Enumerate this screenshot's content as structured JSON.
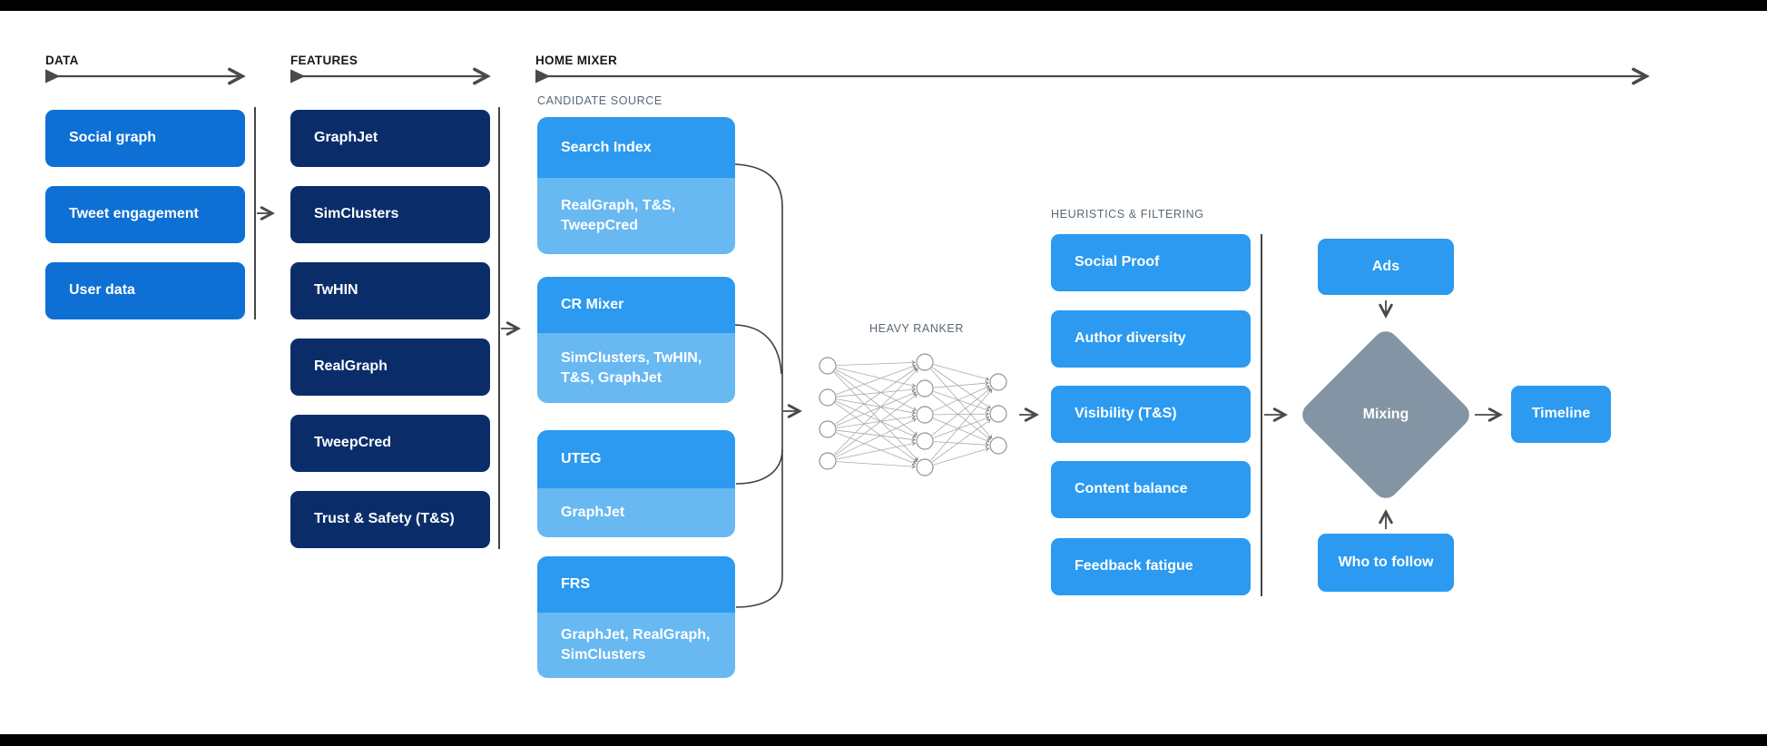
{
  "headers": {
    "data": "DATA",
    "features": "FEATURES",
    "home_mixer": "HOME MIXER"
  },
  "labels": {
    "candidate_source": "CANDIDATE SOURCE",
    "heavy_ranker": "HEAVY RANKER",
    "heuristics": "HEURISTICS & FILTERING"
  },
  "data_items": [
    "Social graph",
    "Tweet engagement",
    "User data"
  ],
  "features_items": [
    "GraphJet",
    "SimClusters",
    "TwHIN",
    "RealGraph",
    "TweepCred",
    "Trust & Safety (T&S)"
  ],
  "candidates": [
    {
      "title": "Search Index",
      "sub": "RealGraph, T&S, TweepCred"
    },
    {
      "title": "CR Mixer",
      "sub": "SimClusters, TwHIN, T&S, GraphJet"
    },
    {
      "title": "UTEG",
      "sub": "GraphJet"
    },
    {
      "title": "FRS",
      "sub": "GraphJet, RealGraph, SimClusters"
    }
  ],
  "heuristics_items": [
    "Social Proof",
    "Author diversity",
    "Visibility (T&S)",
    "Content balance",
    "Feedback fatigue"
  ],
  "mixing": {
    "ads": "Ads",
    "who_to_follow": "Who to follow",
    "diamond": "Mixing",
    "timeline": "Timeline"
  },
  "colors": {
    "data_box_blue": "#0e70d4",
    "features_navy": "#0a2d6a",
    "bright_blue": "#2b9af0",
    "light_blue": "#68b8f2",
    "diamond_gray": "#8394a4",
    "line_gray": "#4a4a4a",
    "top_bottom_bar": "#000000"
  }
}
